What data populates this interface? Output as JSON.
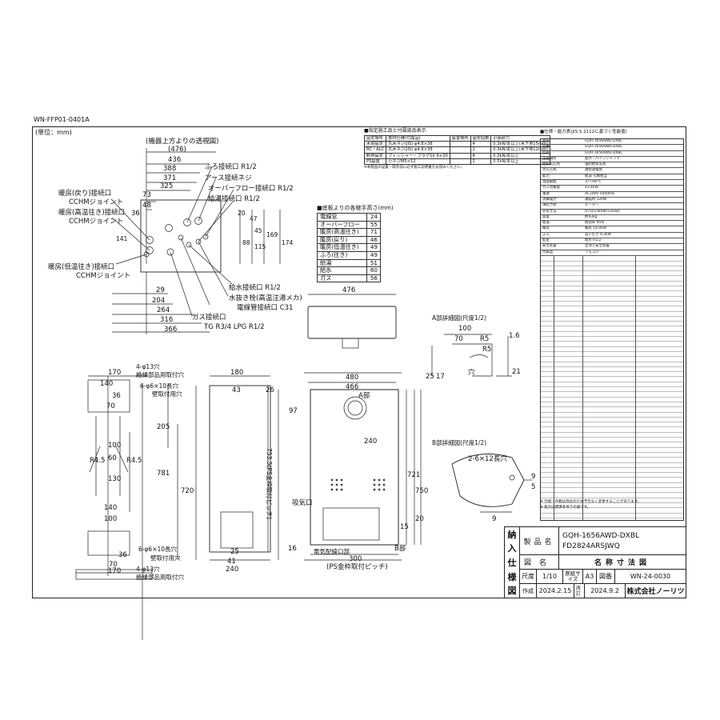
{
  "doc_code": "WN-FFP01-0401A",
  "unit_note": "(単位：mm)",
  "front_section": {
    "see_through_note": "(機器上方よりの透視図)",
    "width_paren": "(476)",
    "dims_h": [
      "436",
      "388",
      "371",
      "325",
      "73",
      "48",
      "36"
    ],
    "dims_v": [
      "20",
      "169",
      "115",
      "88",
      "174",
      "47",
      "45",
      "141"
    ],
    "dims_bottom": [
      "29",
      "204",
      "264",
      "316",
      "366"
    ],
    "labels": {
      "furo_port": "ふろ接続口 R1/2",
      "earth_screw": "アース接続ネジ",
      "overflow_port": "オーバーフロー接続口 R1/2",
      "supply_hot_port": "給湯接続口 R1/2",
      "return_port": "暖房(戻り)接続口",
      "ccmh1": "CCHMジョイント",
      "hot_supply_high": "暖房(高温往き)接続口",
      "ccmh2": "CCHMジョイント",
      "low_supply": "暖房(低温往き)接続口",
      "ccmh3": "CCHMジョイント",
      "water_port": "給水接続口 R1/2",
      "drain_plug": "水抜き栓(高温注湯メカ)",
      "elec_port": "電線管接続口 C31",
      "gas_port": "ガス接続口",
      "gas_spec": "TG R3/4 LPG R1/2"
    }
  },
  "spec_table_small": {
    "title": "■指定施工品と付属部品表示",
    "headers": [
      "固定場所",
      "部材仕様(付属品)",
      "設置場所",
      "固定個数",
      "引張耐力"
    ],
    "rows": [
      [
        "木質設定",
        "丸木ネジ(JIS) φ4.8×38",
        "",
        "4",
        "0.3kN/本以上(木下地15mm)"
      ],
      [
        "RC・ALC",
        "丸木ネジ(JIS) φ4.8×38",
        "",
        "2",
        "0.3kN/本以上(木下地12mm)"
      ],
      [
        "断熱設定",
        "フィッシャー・プラグ5X 6×30",
        "",
        "4",
        "0.3kN/本以上"
      ],
      [
        "PS設置",
        "小ネジM5×12",
        "",
        "2",
        "0.5kN/本以上"
      ]
    ],
    "notes": "※本製品の設置・取外前に必ず施工説明書をお読みください。"
  },
  "height_table": {
    "title": "■底板よりの各継手高さ(mm)",
    "rows": [
      [
        "電線管",
        "24"
      ],
      [
        "オーバーフロー",
        "55"
      ],
      [
        "暖房(高温往き)",
        "71"
      ],
      [
        "暖房(戻り)",
        "46"
      ],
      [
        "暖房(低温往き)",
        "49"
      ],
      [
        "ふろ(往き)",
        "49"
      ],
      [
        "給湯",
        "51"
      ],
      [
        "給水",
        "60"
      ],
      [
        "ガス",
        "56"
      ]
    ]
  },
  "top_view": {
    "width": "476"
  },
  "detail_a": {
    "title": "A部詳細図(尺度1/2)",
    "dims": [
      "100",
      "1.6",
      "70",
      "25",
      "17",
      "21",
      "R5",
      "R5",
      "穴"
    ]
  },
  "detail_b": {
    "title": "B部詳細図(尺度1/2)",
    "hole": "2-6×12長穴",
    "dims": [
      "9",
      "9",
      "5"
    ]
  },
  "left_side": {
    "top": [
      "4-φ13穴",
      "絶縁部品用取付穴",
      "6-φ6×10長穴",
      "壁取付用穴"
    ],
    "dims": [
      "170",
      "140",
      "70",
      "36",
      "100",
      "60",
      "130",
      "205",
      "781",
      "720",
      "R4.5",
      "R4.5"
    ],
    "bottom": [
      "140",
      "100",
      "70",
      "36",
      "170",
      "6-φ6×10長穴",
      "壁取付用穴",
      "4-φ13穴",
      "絶縁部品用取付穴"
    ]
  },
  "side_view": {
    "dims": [
      "180",
      "43",
      "26",
      "25",
      "41",
      "240",
      "16"
    ]
  },
  "front_view": {
    "dims": [
      "480",
      "466",
      "A部",
      "97",
      "240",
      "721",
      "750",
      "753.5(PS金枠取付ピッチ)",
      "15",
      "20",
      "300",
      "(PS金枠取付ピッチ)",
      "B部"
    ],
    "labels": [
      "吸気口",
      "電気配線口部"
    ]
  },
  "spec_sheet": {
    "title": "■仕様・能力表(JIS S 2112に基づく性能値)",
    "rows": [
      [
        "品名",
        "GQH-1656AWD-DXBL"
      ],
      [
        "品番",
        "GQH-1656AWD-DXBL"
      ],
      [
        "型式",
        "GQH-1656AWD-DXBL"
      ],
      [
        "設置場所",
        "屋外・パイプシャフト"
      ],
      [
        "給排気方式",
        "強制給排気式"
      ],
      [
        "点火方式",
        "連続放電式"
      ],
      [
        "能力",
        "給湯 号数相当"
      ],
      [
        "温度範囲",
        "37～60℃"
      ],
      [
        "ガス消費量",
        "43.4kW"
      ],
      [
        "電源",
        "AC100V 50/60Hz"
      ],
      [
        "消費電力",
        "運転時 120W"
      ],
      [
        "凍結予防",
        "ヒーター"
      ],
      [
        "外形寸法",
        "H750×W480×D180"
      ],
      [
        "質量",
        "約43kg"
      ],
      [
        "給湯",
        "熱効率 95%"
      ],
      [
        "暖房",
        "暖房 14.0kW"
      ],
      [
        "ふろ",
        "追いだき 9.3kW"
      ],
      [
        "配管",
        "給水 R1/2"
      ],
      [
        "安全装置",
        "立消え安全装置"
      ],
      [
        "付属品",
        "リモコン"
      ]
    ],
    "notes": [
      "※ 仕様・外観は改良のため予告なく変更することがあります。",
      "※ 能力は標準条件での値です。"
    ]
  },
  "title_block": {
    "side": [
      "納",
      "入",
      "仕",
      "様",
      "図"
    ],
    "product_label": "製品名",
    "product1": "GQH-1656AWD-DXBL",
    "product2": "FD2824ARSJWQ",
    "zumei_label": "図名",
    "zumei": "名称寸法図",
    "scale_label": "尺度",
    "scale": "1/10",
    "genshi_label": "原紙サイズ",
    "genshi": "A3",
    "zuban_label": "図番",
    "zuban": "WN-24-0030",
    "created_label": "作成",
    "created": "2024.2.15",
    "revised_label": "改訂",
    "revised": "2024.9.2",
    "company": "株式会社ノーリツ"
  }
}
